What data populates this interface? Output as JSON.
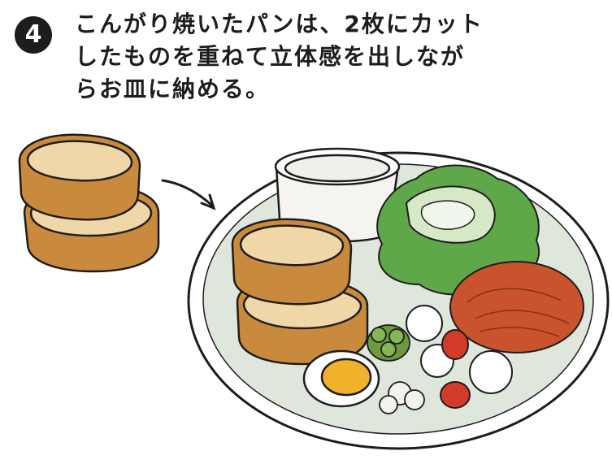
{
  "step": {
    "number": "4"
  },
  "caption": {
    "line1": "こんがり焼いたパンは、2枚にカット",
    "line2": "したものを重ねて立体感を出しなが",
    "line3": "らお皿に納める。"
  },
  "colors": {
    "ink": "#1d1d1d",
    "bread_crust": "#c98a3e",
    "bread_light": "#f0d7a8",
    "plate": "#dfe6dc",
    "lettuce": "#5fa84a",
    "carrot": "#c8532c",
    "egg_yolk": "#f2b12a",
    "tomato": "#d23b2a"
  }
}
